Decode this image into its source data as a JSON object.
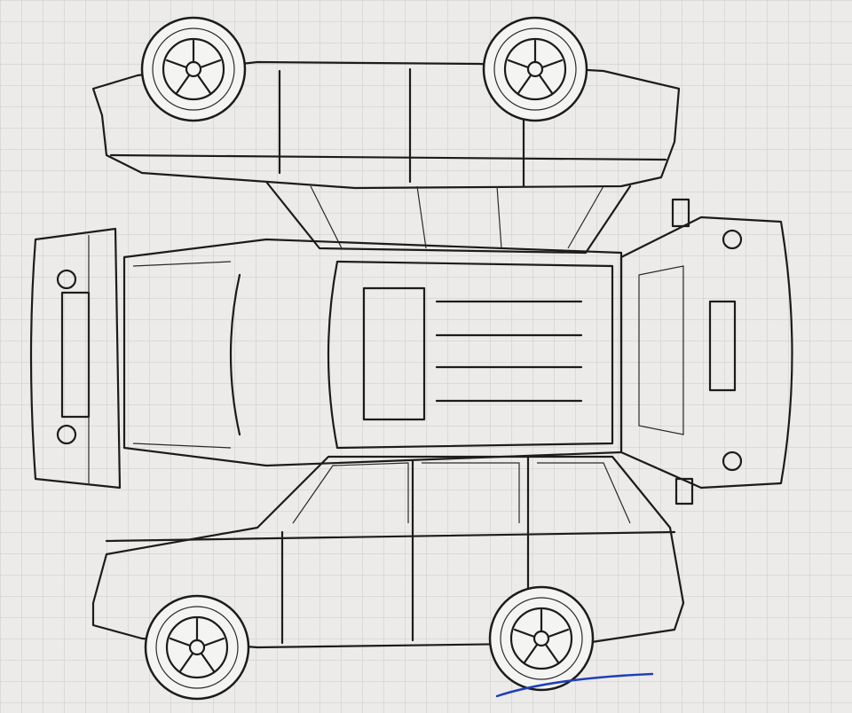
{
  "diagram": {
    "subject": "vehicle-unfolded-outline",
    "views": [
      "side-inverted",
      "top",
      "front",
      "rear",
      "side"
    ]
  },
  "colors": {
    "paper": "#ecebea",
    "grid": "#c9c9c9",
    "ink": "#1c1c1c",
    "pen_mark": "#1f3fb8"
  }
}
